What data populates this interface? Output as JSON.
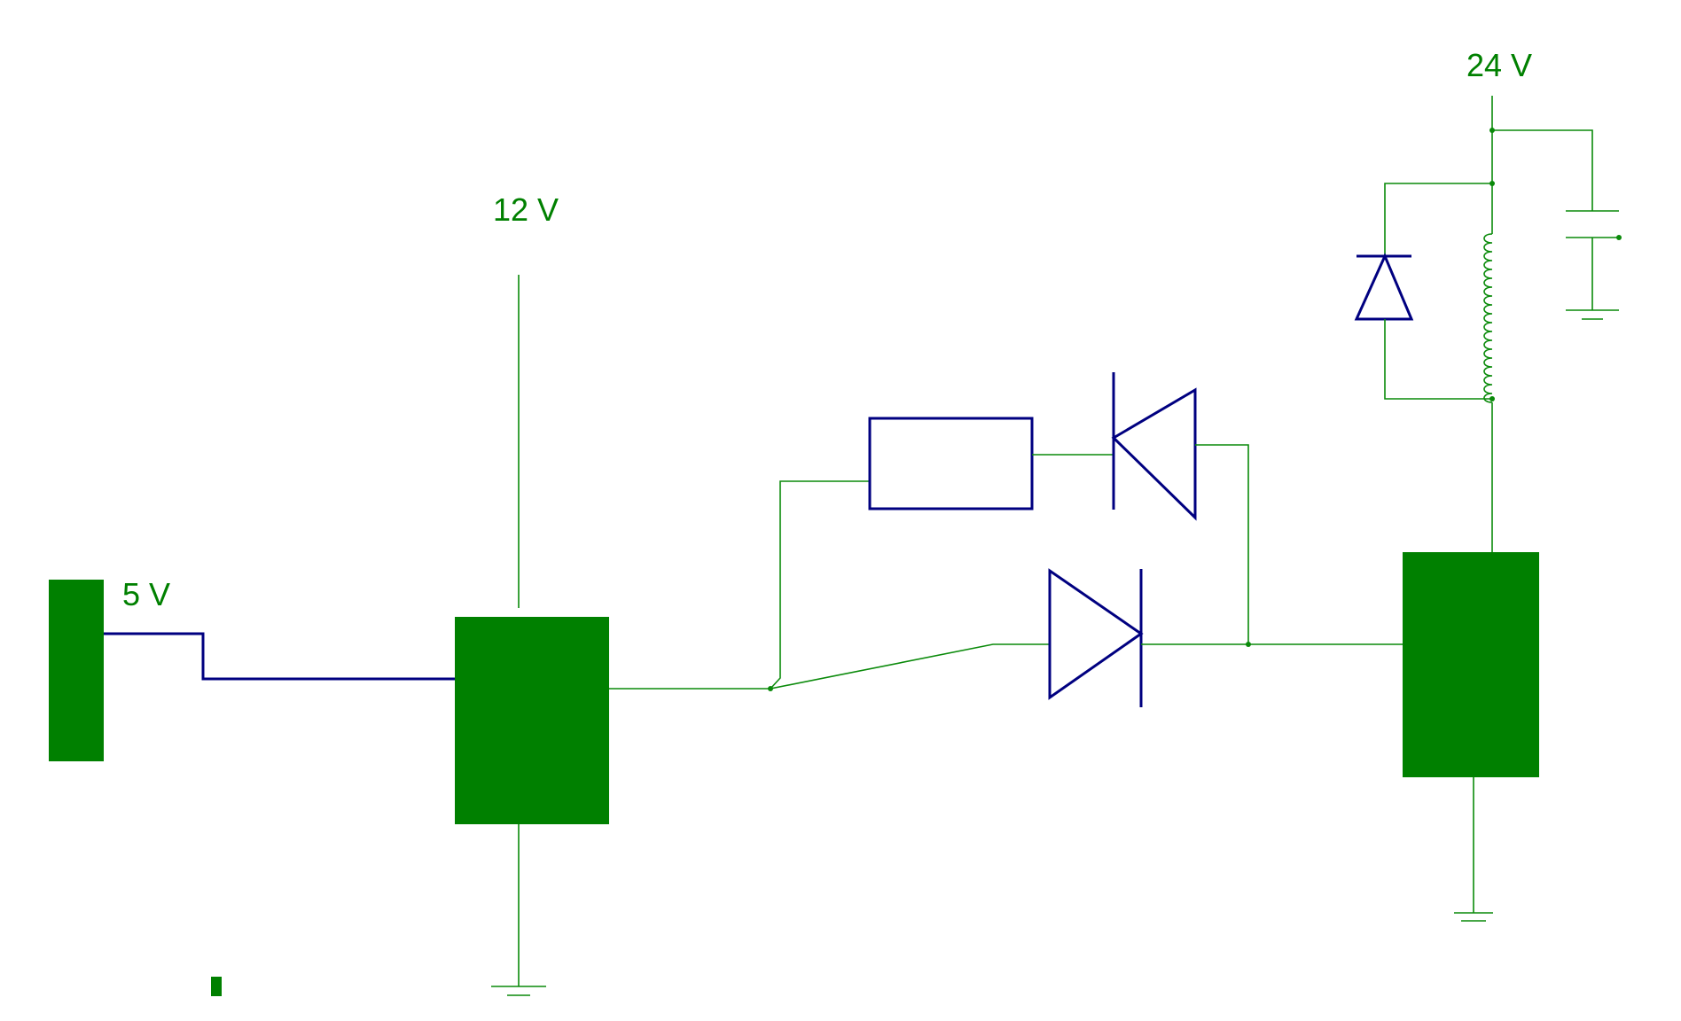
{
  "diagram": {
    "colors": {
      "component_fill": "#008000",
      "wire": "#0a8a0a",
      "symbol": "#000080",
      "label": "#008000",
      "background": "#ffffff"
    },
    "supply_labels": {
      "v5": "5 V",
      "v12": "12 V",
      "v24": "24 V"
    }
  }
}
